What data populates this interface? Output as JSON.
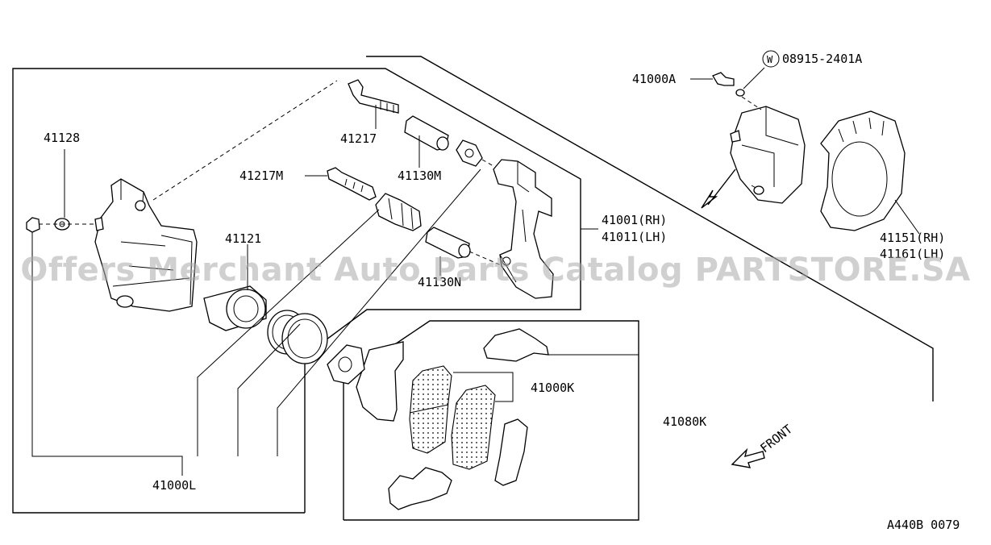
{
  "diagram": {
    "callouts": {
      "p41128": "41128",
      "p41217": "41217",
      "p41217M": "41217M",
      "p41130M": "41130M",
      "p41130N": "41130N",
      "p41121": "41121",
      "p41001": "41001(RH)",
      "p41011": "41011(LH)",
      "p41000A": "41000A",
      "p08915": "08915-2401A",
      "washer_mark": "W",
      "p41151": "41151(RH)",
      "p41161": "41161(LH)",
      "p41000K": "41000K",
      "p41080K": "41080K",
      "p41000L": "41000L",
      "front": "FRONT"
    },
    "figure_code": "A440B 0079"
  },
  "watermark": "Offers Merchant Auto Parts Catalog PARTSTORE.SA"
}
